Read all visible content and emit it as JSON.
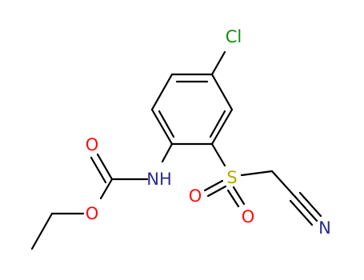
{
  "structure": {
    "atoms": {
      "cl": {
        "label": "Cl",
        "color": "#0d8f0d"
      },
      "nh": {
        "label": "NH",
        "color": "#2b2b8f"
      },
      "o_carbonyl": {
        "label": "O",
        "color": "#ff0d0d"
      },
      "o_ester": {
        "label": "O",
        "color": "#ff0d0d"
      },
      "s": {
        "label": "S",
        "color": "#b3a800"
      },
      "o_sulfonyl_left": {
        "label": "O",
        "color": "#ff0d0d"
      },
      "o_sulfonyl_bottom": {
        "label": "O",
        "color": "#ff0d0d"
      },
      "n_nitrile": {
        "label": "N",
        "color": "#2b2b8f"
      }
    },
    "bond_color": "#000000"
  }
}
